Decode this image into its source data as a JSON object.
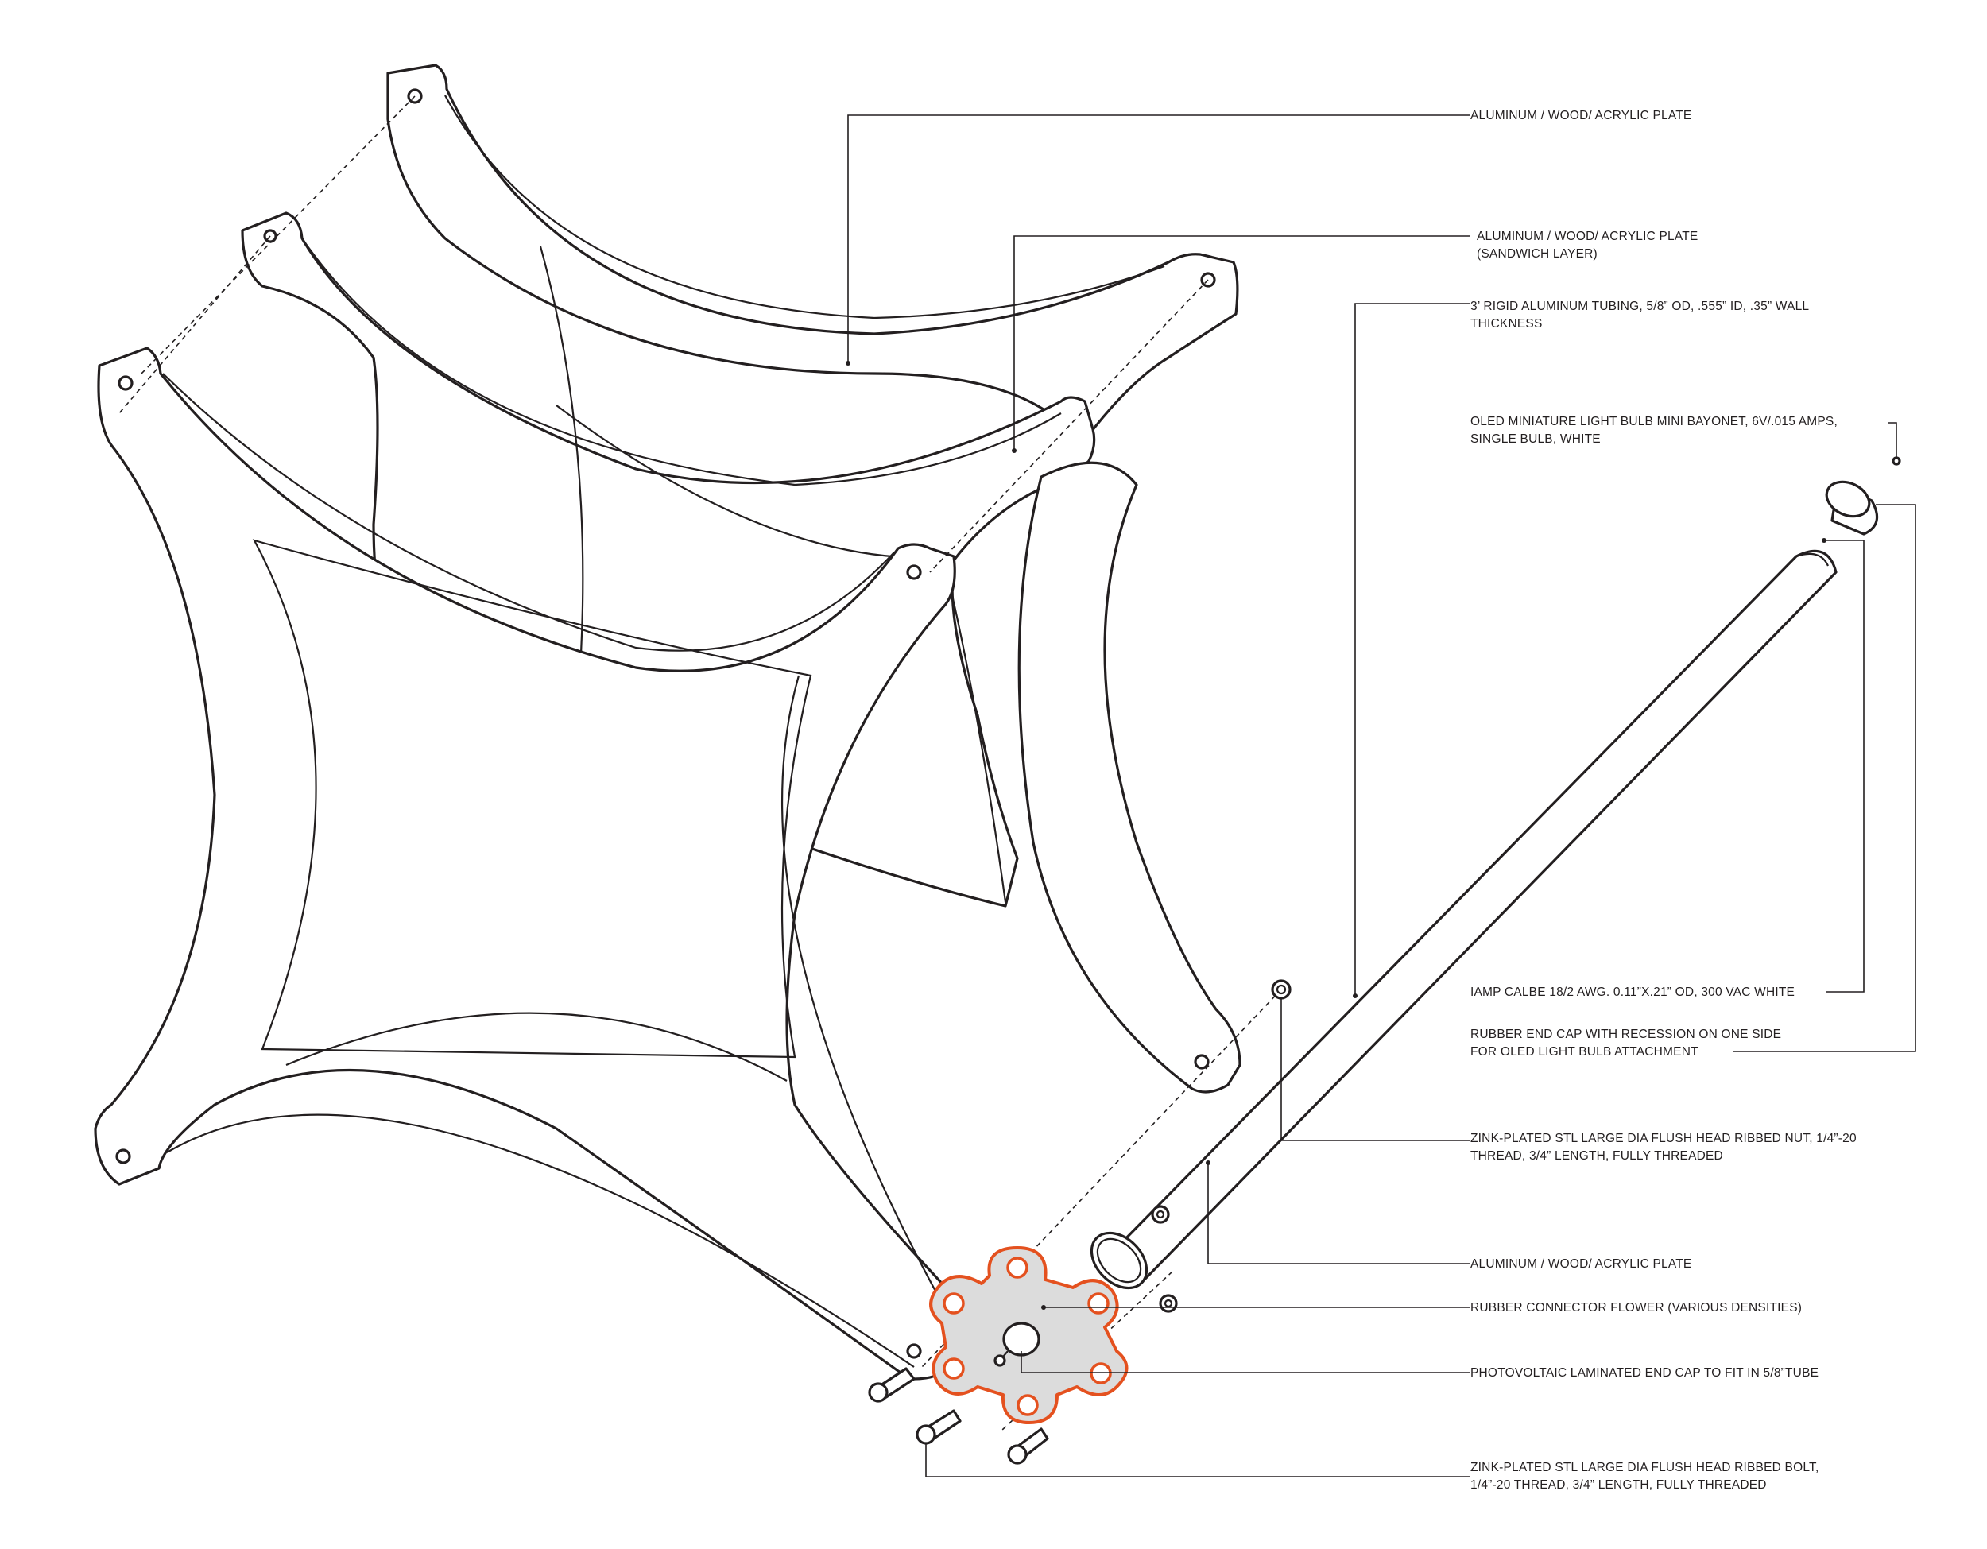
{
  "colors": {
    "ink": "#231f20",
    "accent": "#e4511f",
    "accent_fill": "#dcdcdc",
    "background": "#ffffff"
  },
  "labels": [
    {
      "id": "plate-top",
      "lines": [
        "ALUMINUM / WOOD/ ACRYLIC PLATE"
      ]
    },
    {
      "id": "plate-sandwich",
      "lines": [
        "ALUMINUM / WOOD/ ACRYLIC PLATE",
        "(SANDWICH LAYER)"
      ]
    },
    {
      "id": "tubing",
      "lines": [
        "3’ RIGID ALUMINUM TUBING, 5/8” OD, .555” ID, .35” WALL",
        "THICKNESS"
      ]
    },
    {
      "id": "oled-bulb",
      "lines": [
        "OLED MINIATURE LIGHT BULB MINI BAYONET, 6V/.015 AMPS,",
        "SINGLE BULB, WHITE"
      ]
    },
    {
      "id": "lamp-cable",
      "lines": [
        "IAMP CALBE 18/2 AWG. 0.11”X.21” OD, 300 VAC WHITE"
      ]
    },
    {
      "id": "rubber-end-cap",
      "lines": [
        "RUBBER END CAP WITH RECESSION ON ONE SIDE",
        "FOR OLED LIGHT BULB ATTACHMENT"
      ]
    },
    {
      "id": "ribbed-nut",
      "lines": [
        "ZINK-PLATED STL LARGE DIA FLUSH HEAD RIBBED NUT, 1/4”-20",
        "THREAD, 3/4” LENGTH, FULLY THREADED"
      ]
    },
    {
      "id": "plate-bottom",
      "lines": [
        "ALUMINUM / WOOD/ ACRYLIC PLATE"
      ]
    },
    {
      "id": "connector-flower",
      "lines": [
        "RUBBER CONNECTOR FLOWER (VARIOUS DENSITIES)"
      ]
    },
    {
      "id": "pv-end-cap",
      "lines": [
        "PHOTOVOLTAIC LAMINATED END CAP TO FIT IN 5/8”TUBE"
      ]
    },
    {
      "id": "ribbed-bolt",
      "lines": [
        "ZINK-PLATED STL LARGE DIA FLUSH HEAD RIBBED BOLT,",
        "1/4”-20 THREAD, 3/4” LENGTH, FULLY THREADED"
      ]
    }
  ]
}
